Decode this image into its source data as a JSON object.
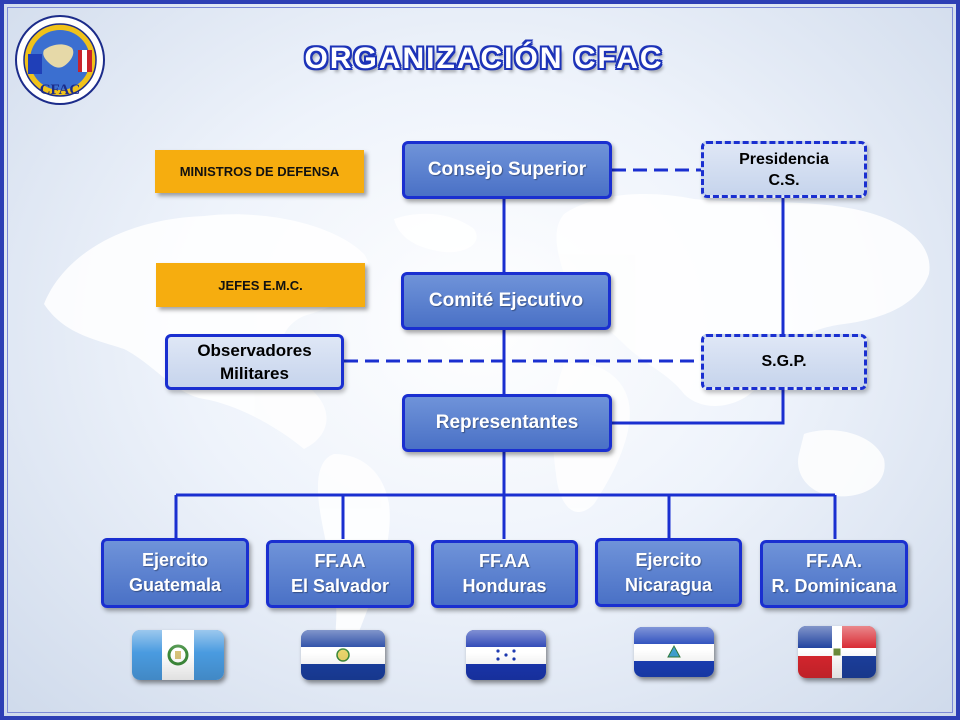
{
  "title": "ORGANIZACIÓN  CFAC",
  "logo": {
    "text": "CFAC"
  },
  "side_labels": {
    "ministros": "MINISTROS DE  DEFENSA",
    "jefes": "JEFES E.M.C."
  },
  "nodes": {
    "consejo": "Consejo Superior",
    "presidencia": [
      "Presidencia",
      "C.S."
    ],
    "comite": "Comité Ejecutivo",
    "observadores": [
      "Observadores",
      "Militares"
    ],
    "sgp": "S.G.P.",
    "representantes": "Representantes"
  },
  "members": [
    {
      "line1": "Ejercito",
      "line2": "Guatemala",
      "flag": "guatemala"
    },
    {
      "line1": "FF.AA",
      "line2": "El Salvador",
      "flag": "el-salvador"
    },
    {
      "line1": "FF.AA",
      "line2": "Honduras",
      "flag": "honduras"
    },
    {
      "line1": "Ejercito",
      "line2": "Nicaragua",
      "flag": "nicaragua"
    },
    {
      "line1": "FF.AA.",
      "line2": "R. Dominicana",
      "flag": "dominican-republic"
    }
  ],
  "colors": {
    "accent_blue": "#1a2fd0",
    "node_blue": "#4f75c8",
    "side_gold": "#f6ad0f",
    "frame": "#2d3fb5"
  }
}
